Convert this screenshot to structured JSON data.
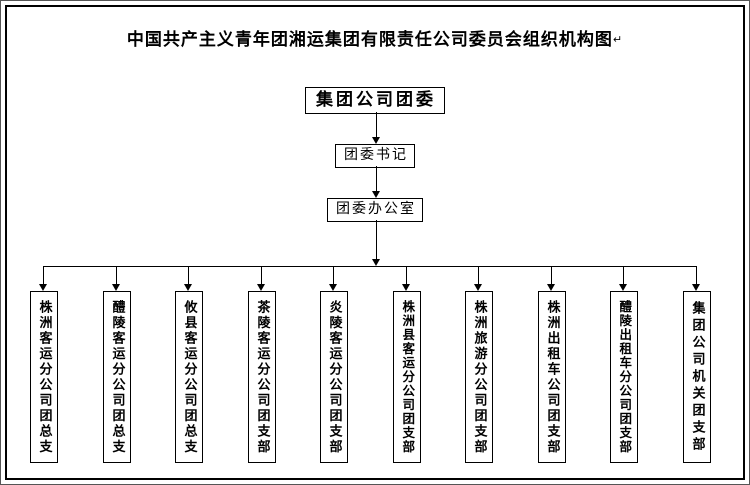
{
  "title": {
    "text": "中国共产主义青年团湘运集团有限责任公司委员会组织机构图",
    "mark": "↵"
  },
  "nodes": {
    "root": "集团公司团委",
    "secretary": "团委书记",
    "office": "团委办公室"
  },
  "branches": [
    "株洲客运分公司团总支",
    "醴陵客运分公司团总支",
    "攸县客运分公司团总支",
    "茶陵客运分公司团支部",
    "炎陵客运分公司团支部",
    "株洲县客运分公司团支部",
    "株洲旅游分公司团支部",
    "株洲出租车公司团支部",
    "醴陵出租车分公司团支部",
    "集团公司机关团支部"
  ],
  "colors": {
    "line": "#000000",
    "border": "#000000",
    "background": "#ffffff"
  }
}
